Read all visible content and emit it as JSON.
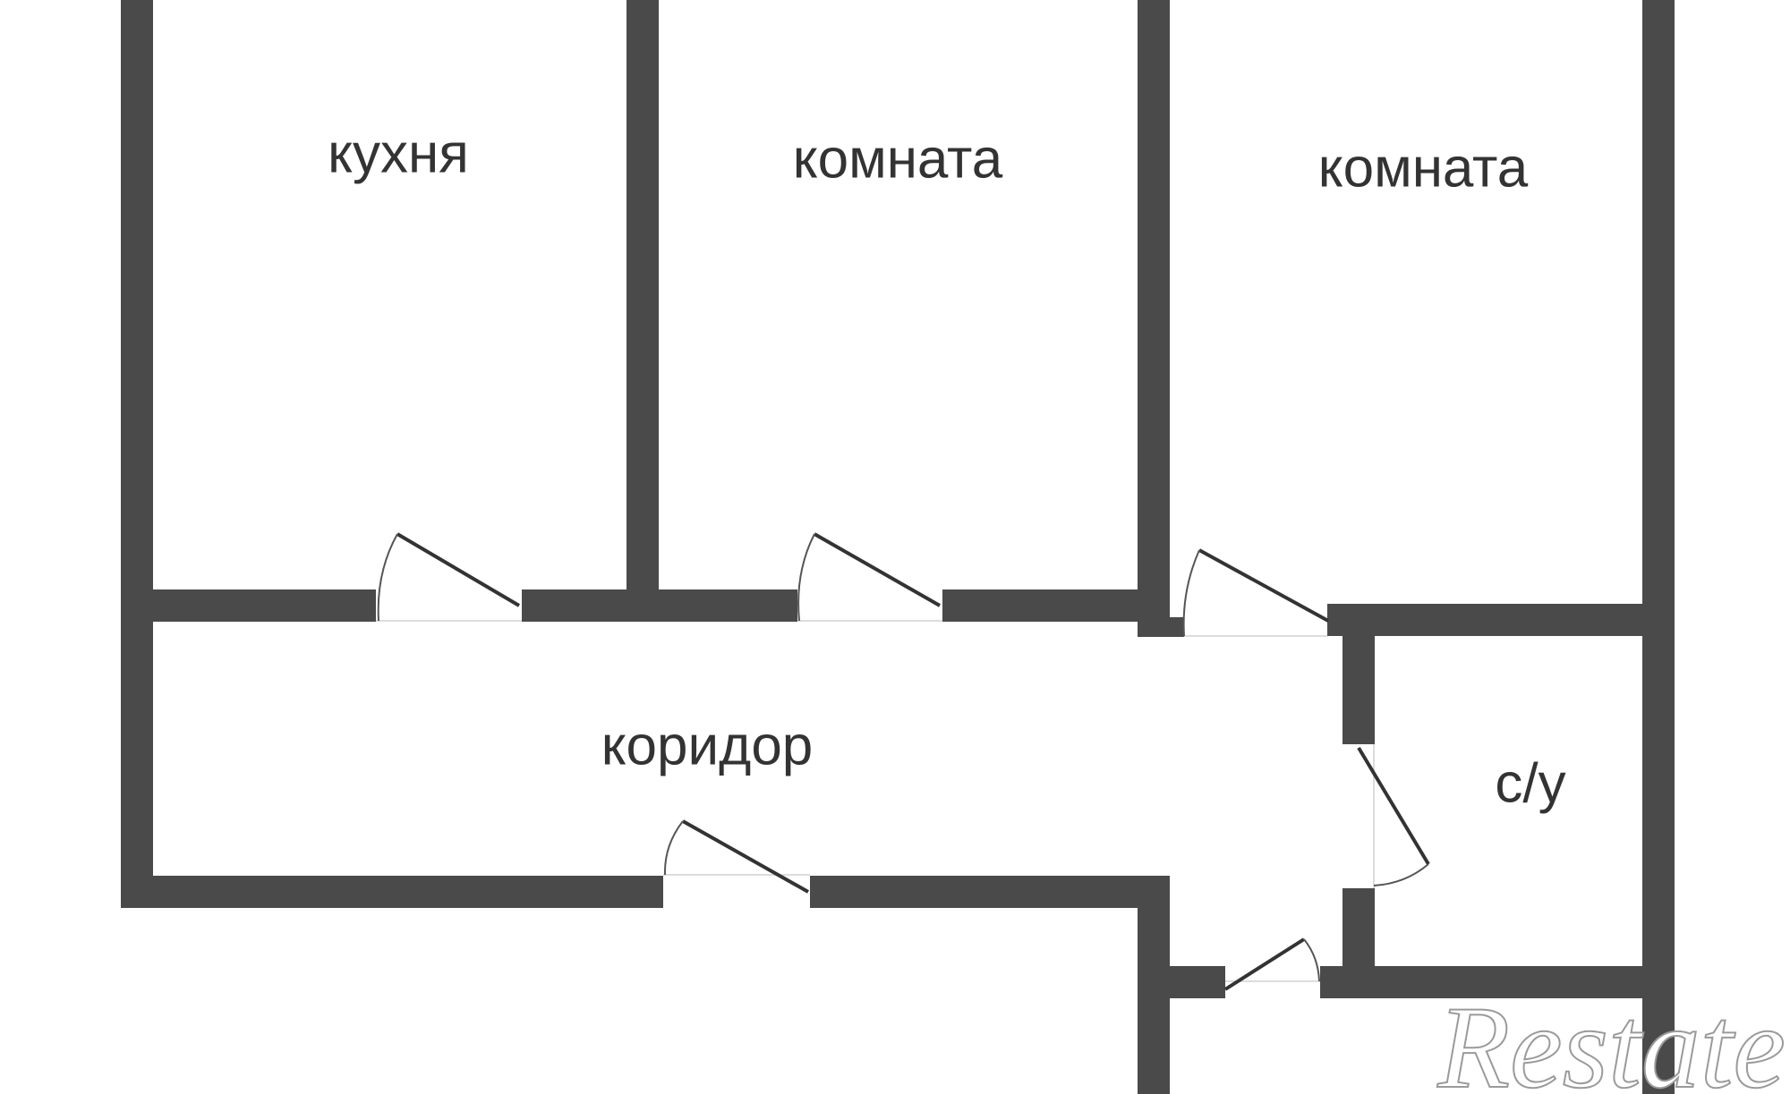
{
  "rooms": {
    "kitchen": "кухня",
    "room_1": "комната",
    "room_2": "комната",
    "corridor": "коридор",
    "bathroom": "с/у"
  },
  "watermark": "Restate",
  "colors": {
    "wall": "#4a4a4a",
    "background": "#ffffff",
    "label": "#333333"
  }
}
